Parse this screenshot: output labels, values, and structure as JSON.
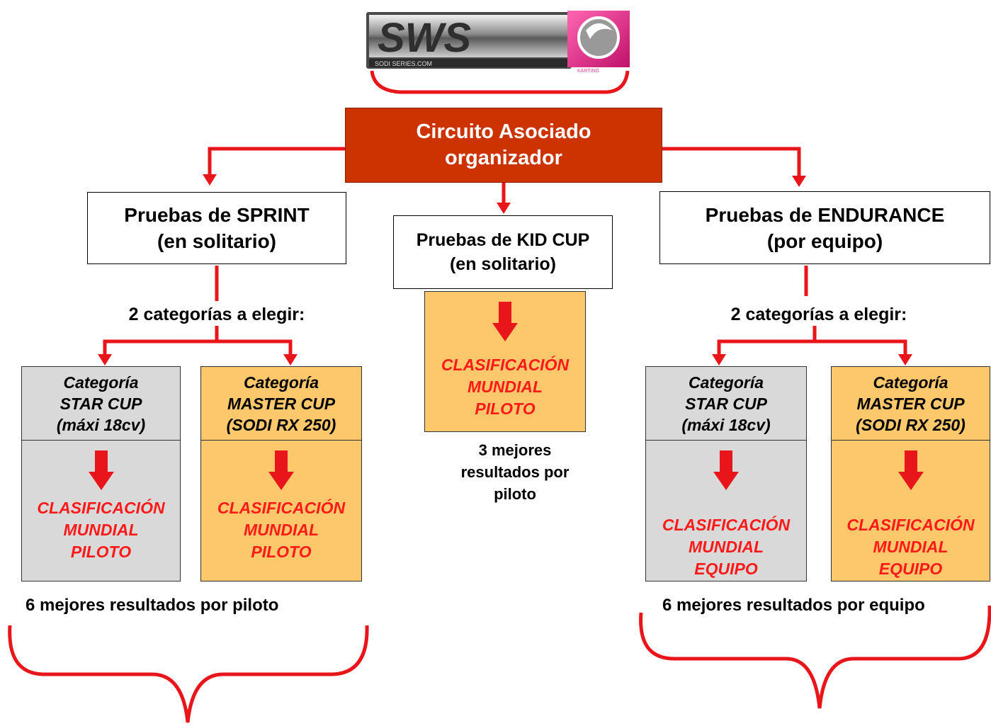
{
  "logo": {
    "small_text": "SODI SERIES.COM",
    "accent_text": "KARTING"
  },
  "top_box": {
    "line1": "Circuito Asociado",
    "line2": "organizador"
  },
  "sprint": {
    "line1": "Pruebas de SPRINT",
    "line2": "(en solitario)",
    "choose_label": "2 categorías a elegir:",
    "star": {
      "line1": "Categoría",
      "line2": "STAR CUP",
      "line3": "(máxi 18cv)",
      "result1": "CLASIFICACIÓN",
      "result2": "MUNDIAL",
      "result3": "PILOTO"
    },
    "master": {
      "line1": "Categoría",
      "line2": "MASTER CUP",
      "line3": "(SODI RX 250)",
      "result1": "CLASIFICACIÓN",
      "result2": "MUNDIAL",
      "result3": "PILOTO"
    },
    "best_results": "6 mejores resultados por piloto"
  },
  "kid": {
    "line1": "Pruebas de KID CUP",
    "line2": "(en solitario)",
    "result1": "CLASIFICACIÓN",
    "result2": "MUNDIAL",
    "result3": "PILOTO",
    "best1": "3 mejores",
    "best2": "resultados por",
    "best3": "piloto"
  },
  "endurance": {
    "line1": "Pruebas de ENDURANCE",
    "line2": "(por equipo)",
    "choose_label": "2 categorías a elegir:",
    "star": {
      "line1": "Categoría",
      "line2": "STAR CUP",
      "line3": "(máxi 18cv)",
      "result1": "CLASIFICACIÓN",
      "result2": "MUNDIAL",
      "result3": "EQUIPO"
    },
    "master": {
      "line1": "Categoría",
      "line2": "MASTER CUP",
      "line3": "(SODI RX 250)",
      "result1": "CLASIFICACIÓN",
      "result2": "MUNDIAL",
      "result3": "EQUIPO"
    },
    "best_results": "6 mejores resultados por equipo"
  },
  "colors": {
    "connector": "#e8161a",
    "header_box": "#cc3300",
    "grey_box": "#d9d9d9",
    "orange_box": "#fdc86b",
    "result_text": "#ff1a1a"
  }
}
